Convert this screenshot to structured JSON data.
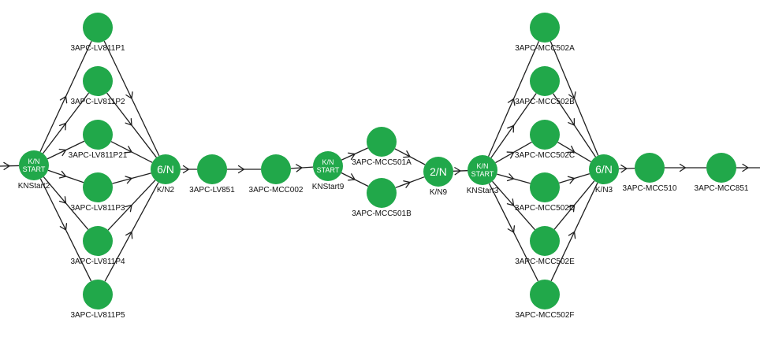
{
  "colors": {
    "node": "#21a84a",
    "edge": "#1f1f1f",
    "inner_text": "#ffffff",
    "label_text": "#111111"
  },
  "nodes": [
    {
      "id": "knstart2",
      "kind": "start",
      "inner": [
        "K/N",
        "START"
      ],
      "label": "KNStart2"
    },
    {
      "id": "lv811p1",
      "kind": "plain",
      "label": "3APC-LV811P1"
    },
    {
      "id": "lv811p2",
      "kind": "plain",
      "label": "3APC-LV811P2"
    },
    {
      "id": "lv811p21",
      "kind": "plain",
      "label": "3APC-LV811P21"
    },
    {
      "id": "lv811p3",
      "kind": "plain",
      "label": "3APC-LV811P3"
    },
    {
      "id": "lv811p4",
      "kind": "plain",
      "label": "3APC-LV811P4"
    },
    {
      "id": "lv811p5",
      "kind": "plain",
      "label": "3APC-LV811P5"
    },
    {
      "id": "kn2",
      "kind": "vote",
      "inner": [
        "6/N"
      ],
      "label": "K/N2"
    },
    {
      "id": "lv851",
      "kind": "plain",
      "label": "3APC-LV851"
    },
    {
      "id": "mcc002",
      "kind": "plain",
      "label": "3APC-MCC002"
    },
    {
      "id": "knstart9",
      "kind": "start",
      "inner": [
        "K/N",
        "START"
      ],
      "label": "KNStart9"
    },
    {
      "id": "mcc501a",
      "kind": "plain",
      "label": "3APC-MCC501A"
    },
    {
      "id": "mcc501b",
      "kind": "plain",
      "label": "3APC-MCC501B"
    },
    {
      "id": "kn9",
      "kind": "vote",
      "inner": [
        "2/N"
      ],
      "label": "K/N9"
    },
    {
      "id": "knstart3",
      "kind": "start",
      "inner": [
        "K/N",
        "START"
      ],
      "label": "KNStart3"
    },
    {
      "id": "mcc502a",
      "kind": "plain",
      "label": "3APC-MCC502A"
    },
    {
      "id": "mcc502b",
      "kind": "plain",
      "label": "3APC-MCC502B"
    },
    {
      "id": "mcc502c",
      "kind": "plain",
      "label": "3APC-MCC502C"
    },
    {
      "id": "mcc502d",
      "kind": "plain",
      "label": "3APC-MCC502D"
    },
    {
      "id": "mcc502e",
      "kind": "plain",
      "label": "3APC-MCC502E"
    },
    {
      "id": "mcc502f",
      "kind": "plain",
      "label": "3APC-MCC502F"
    },
    {
      "id": "kn3",
      "kind": "vote",
      "inner": [
        "6/N"
      ],
      "label": "K/N3"
    },
    {
      "id": "mcc510",
      "kind": "plain",
      "label": "3APC-MCC510"
    },
    {
      "id": "mcc851",
      "kind": "plain",
      "label": "3APC-MCC851"
    }
  ],
  "edges": [
    [
      "IN",
      "knstart2"
    ],
    [
      "knstart2",
      "lv811p1"
    ],
    [
      "knstart2",
      "lv811p2"
    ],
    [
      "knstart2",
      "lv811p21"
    ],
    [
      "knstart2",
      "lv811p3"
    ],
    [
      "knstart2",
      "lv811p4"
    ],
    [
      "knstart2",
      "lv811p5"
    ],
    [
      "lv811p1",
      "kn2"
    ],
    [
      "lv811p2",
      "kn2"
    ],
    [
      "lv811p21",
      "kn2"
    ],
    [
      "lv811p3",
      "kn2"
    ],
    [
      "lv811p4",
      "kn2"
    ],
    [
      "lv811p5",
      "kn2"
    ],
    [
      "kn2",
      "lv851"
    ],
    [
      "lv851",
      "mcc002"
    ],
    [
      "mcc002",
      "knstart9"
    ],
    [
      "knstart9",
      "mcc501a"
    ],
    [
      "knstart9",
      "mcc501b"
    ],
    [
      "mcc501a",
      "kn9"
    ],
    [
      "mcc501b",
      "kn9"
    ],
    [
      "kn9",
      "knstart3"
    ],
    [
      "knstart3",
      "mcc502a"
    ],
    [
      "knstart3",
      "mcc502b"
    ],
    [
      "knstart3",
      "mcc502c"
    ],
    [
      "knstart3",
      "mcc502d"
    ],
    [
      "knstart3",
      "mcc502e"
    ],
    [
      "knstart3",
      "mcc502f"
    ],
    [
      "mcc502a",
      "kn3"
    ],
    [
      "mcc502b",
      "kn3"
    ],
    [
      "mcc502c",
      "kn3"
    ],
    [
      "mcc502d",
      "kn3"
    ],
    [
      "mcc502e",
      "kn3"
    ],
    [
      "mcc502f",
      "kn3"
    ],
    [
      "kn3",
      "mcc510"
    ],
    [
      "mcc510",
      "mcc851"
    ],
    [
      "mcc851",
      "OUT"
    ]
  ]
}
